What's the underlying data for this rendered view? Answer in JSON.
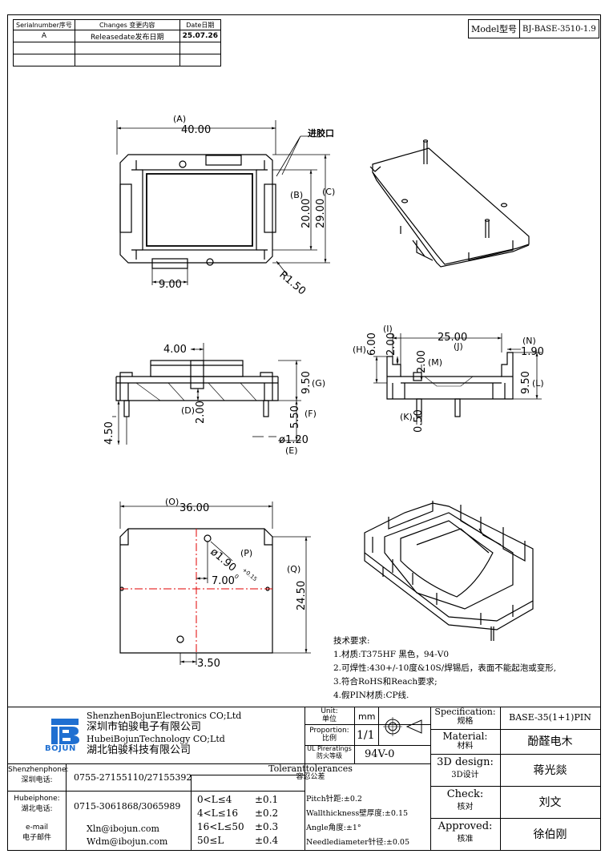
{
  "revision_table": {
    "headers": {
      "serial": "Serialnumber序号",
      "changes": "Changes 变更内容",
      "date": "Date日期"
    },
    "rows": [
      {
        "serial": "A",
        "changes": "Releasedate发布日期",
        "date": "25.07.26"
      },
      {
        "serial": "",
        "changes": "",
        "date": ""
      },
      {
        "serial": "",
        "changes": "",
        "date": ""
      }
    ]
  },
  "model": {
    "label": "Model型号",
    "value": "BJ-BASE-3510-1.9"
  },
  "drawing_labels": {
    "top": {
      "A": "(A)",
      "a_val": "40.00",
      "inlet": "进胶口",
      "B": "(B)",
      "b_val": "20.00",
      "C": "(C)",
      "c_val": "29.00",
      "nine": "9.00",
      "radius": "R1.50"
    },
    "front": {
      "four": "4.00",
      "G": "(G)",
      "g_val": "9.50",
      "D": "(D)",
      "d_val": "2.00",
      "F": "(F)",
      "f_val": "5.50",
      "pin_len": "4.50",
      "dia": "ø1.20",
      "E": "(E)"
    },
    "side": {
      "I": "(I)",
      "i_val": "2.00",
      "H": "(H)",
      "h_val": "6.00",
      "J": "(J)",
      "j_val": "25.00",
      "N": "(N)",
      "n_val": "1.90",
      "M": "(M)",
      "m_val": "2.00",
      "L": "(L)",
      "l_val": "9.50",
      "K": "(K)",
      "k_val": "0.50"
    },
    "bottom": {
      "O": "(O)",
      "o_val": "36.00",
      "P": "(P)",
      "hole": "ø1.90",
      "tol_plus": "+0.15",
      "tol_minus": "0",
      "seven": "7.00",
      "Q": "(Q)",
      "q_val": "24.50",
      "three": "3.50"
    }
  },
  "requirements": {
    "title": "技术要求:",
    "items": [
      "1.材质:T375HF 黑色，94-V0",
      "2.可焊性:430+/-10度&10S/焊锡后，表面不能起泡或变形,",
      "3.符合RoHS和Reach要求;",
      "4.假PIN材质:CP线."
    ]
  },
  "company": {
    "name_en1": "ShenzhenBojunElectronics CO;Ltd",
    "name_cn1": "深圳市铂骏电子有限公司",
    "name_en2": "HubeiBojunTechnology CO;Ltd",
    "name_cn2": "湖北铂骏科技有限公司",
    "logo_text": "BOJUN",
    "brand_color": "#1f6fd1"
  },
  "contacts": [
    {
      "label_en": "Shenzhenphone:",
      "label_cn": "深圳电话:",
      "value": "0755-27155110/27155392"
    },
    {
      "label_en": "Hubeiphone:",
      "label_cn": "湖北电话:",
      "value": "0715-3061868/3065989"
    },
    {
      "label_en": "e-mail",
      "label_cn": "电子邮件",
      "value1": "Xln@ibojun.com",
      "value2": "Wdm@ibojun.com"
    }
  ],
  "unit": {
    "label_en": "Unit:",
    "label_cn": "单位",
    "value": "mm"
  },
  "proportion": {
    "label_en": "Proportion:",
    "label_cn": "比例",
    "value": "1/1"
  },
  "ul": {
    "label_en": "UL Pireratings",
    "label_cn": "防火等级",
    "value": "94V-0"
  },
  "tolerance": {
    "title_en": "Toleranttolerances",
    "title_cn": "容忍公差",
    "rows": [
      {
        "range": "0<L≤4",
        "tol": "±0.1"
      },
      {
        "range": "4<L≤16",
        "tol": "±0.2"
      },
      {
        "range": "16<L≤50",
        "tol": "±0.3"
      },
      {
        "range": "50≤L",
        "tol": "±0.4"
      }
    ],
    "notes": [
      "Pitch针距:±0.2",
      "Wallthickness壁厚度:±0.15",
      "Angle角度:±1°",
      "Needlediameter针径:±0.05"
    ]
  },
  "spec": {
    "label_en": "Specification:",
    "label_cn": "规格",
    "value": "BASE-35(1+1)PIN"
  },
  "material": {
    "label_en": "Material:",
    "label_cn": "材料",
    "value": "酚醛电木"
  },
  "design": {
    "label_en": "3D design:",
    "label_cn": "3D设计",
    "value": "蒋光燚"
  },
  "check": {
    "label_en": "Check:",
    "label_cn": "核对",
    "value": "刘文"
  },
  "approved": {
    "label_en": "Approved:",
    "label_cn": "核准",
    "value": "徐伯刚"
  }
}
